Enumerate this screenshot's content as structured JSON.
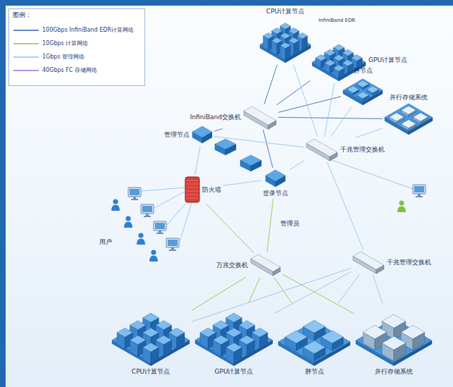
{
  "diagram": {
    "nodes": [
      {
        "text": [
          "CPU计算节点"
        ]
      },
      {
        "text": [
          "GPU计算节点"
        ]
      },
      {
        "text": [
          "胖节点"
        ]
      },
      {
        "text": [
          "并行存储系统"
        ]
      },
      {
        "text": [
          "InfiniBand交换机"
        ]
      },
      {
        "text": [
          "千兆管理交换机"
        ]
      },
      {
        "text": [
          "管理节点"
        ]
      },
      {
        "text": [
          "登录节点"
        ]
      },
      {
        "text": [
          "防火墙"
        ]
      },
      {
        "text": [
          "用户"
        ]
      },
      {
        "text": [
          "万兆交换机"
        ]
      },
      {
        "text": [
          "千兆管理交换机"
        ]
      },
      {
        "text": [
          "CPU计算节点"
        ]
      },
      {
        "text": [
          "GPU计算节点"
        ]
      },
      {
        "text": [
          "胖节点"
        ]
      },
      {
        "text": [
          "并行存储系统"
        ]
      }
    ],
    "edges": [
      {
        "from": 0,
        "to": 4,
        "arrow": "none"
      },
      {
        "from": 1,
        "to": 4,
        "arrow": "none"
      },
      {
        "from": 2,
        "to": 4,
        "arrow": "none"
      },
      {
        "from": 3,
        "to": 4,
        "arrow": "none"
      },
      {
        "from": 0,
        "to": 5,
        "arrow": "none"
      },
      {
        "from": 1,
        "to": 5,
        "arrow": "none"
      },
      {
        "from": 2,
        "to": 5,
        "arrow": "none"
      },
      {
        "from": 3,
        "to": 5,
        "arrow": "none"
      },
      {
        "from": 4,
        "to": 6,
        "arrow": "none"
      },
      {
        "from": 4,
        "to": 7,
        "arrow": "none"
      },
      {
        "from": 5,
        "to": 6,
        "arrow": "none"
      },
      {
        "from": 5,
        "to": 7,
        "arrow": "none"
      },
      {
        "from": 6,
        "to": 8,
        "arrow": "none"
      },
      {
        "from": 7,
        "to": 8,
        "arrow": "none"
      },
      {
        "from": 7,
        "to": 10,
        "arrow": "none"
      },
      {
        "from": 8,
        "to": 10,
        "arrow": "none"
      },
      {
        "from": 5,
        "to": 11,
        "arrow": "none"
      },
      {
        "from": 10,
        "to": 12,
        "arrow": "none"
      },
      {
        "from": 10,
        "to": 13,
        "arrow": "none"
      },
      {
        "from": 10,
        "to": 14,
        "arrow": "none"
      },
      {
        "from": 10,
        "to": 15,
        "arrow": "none"
      },
      {
        "from": 11,
        "to": 12,
        "arrow": "none"
      },
      {
        "from": 11,
        "to": 13,
        "arrow": "none"
      },
      {
        "from": 11,
        "to": 14,
        "arrow": "none"
      },
      {
        "from": 11,
        "to": 15,
        "arrow": "none"
      }
    ],
    "labels": [
      "图例：",
      "InfiniBand EDR",
      "管理员"
    ],
    "legend": [
      {
        "text": "100Gbps InfiniBand EDR计算网络"
      },
      {
        "text": "10Gbps 计算网络"
      },
      {
        "text": "1Gbps 管理网络"
      },
      {
        "text": "40Gbps FC 存储网络"
      }
    ]
  }
}
